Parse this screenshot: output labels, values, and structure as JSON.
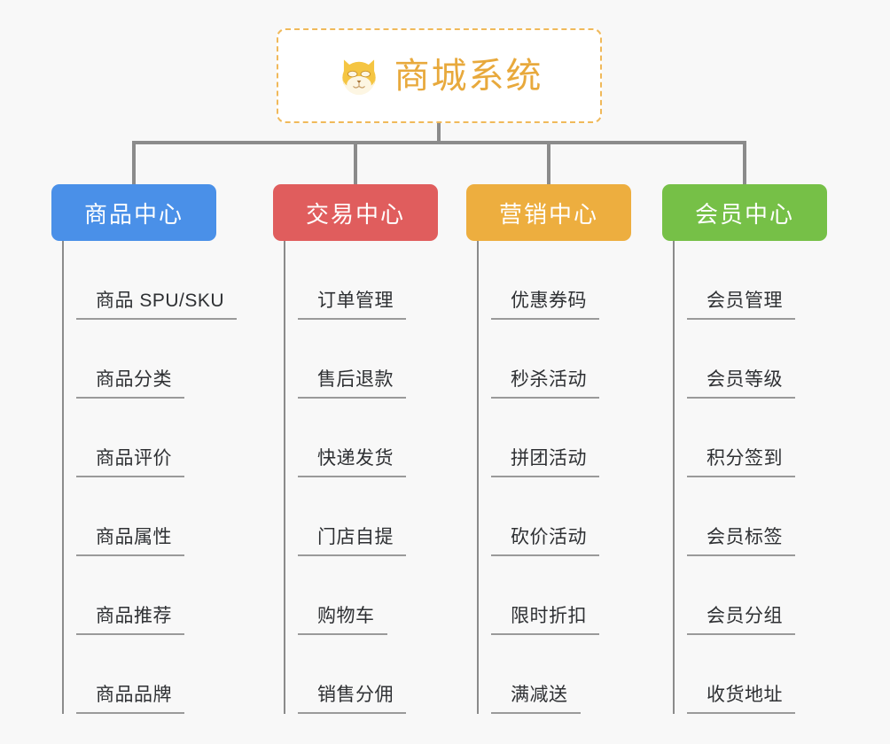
{
  "root": {
    "title": "商城系统",
    "icon": "shiba-dog-icon",
    "border_color": "#f0b95a",
    "text_color": "#e8a93c",
    "background": "#ffffff"
  },
  "canvas": {
    "background": "#f8f8f8",
    "connector_color": "#8b8b8b"
  },
  "branches": [
    {
      "label": "商品中心",
      "color": "#4a90e8",
      "items": [
        "商品 SPU/SKU",
        "商品分类",
        "商品评价",
        "商品属性",
        "商品推荐",
        "商品品牌"
      ]
    },
    {
      "label": "交易中心",
      "color": "#e05d5d",
      "items": [
        "订单管理",
        "售后退款",
        "快递发货",
        "门店自提",
        "购物车",
        "销售分佣"
      ]
    },
    {
      "label": "营销中心",
      "color": "#edae3f",
      "items": [
        "优惠券码",
        "秒杀活动",
        "拼团活动",
        "砍价活动",
        "限时折扣",
        "满减送"
      ]
    },
    {
      "label": "会员中心",
      "color": "#76c047",
      "items": [
        "会员管理",
        "会员等级",
        "积分签到",
        "会员标签",
        "会员分组",
        "收货地址"
      ]
    }
  ]
}
